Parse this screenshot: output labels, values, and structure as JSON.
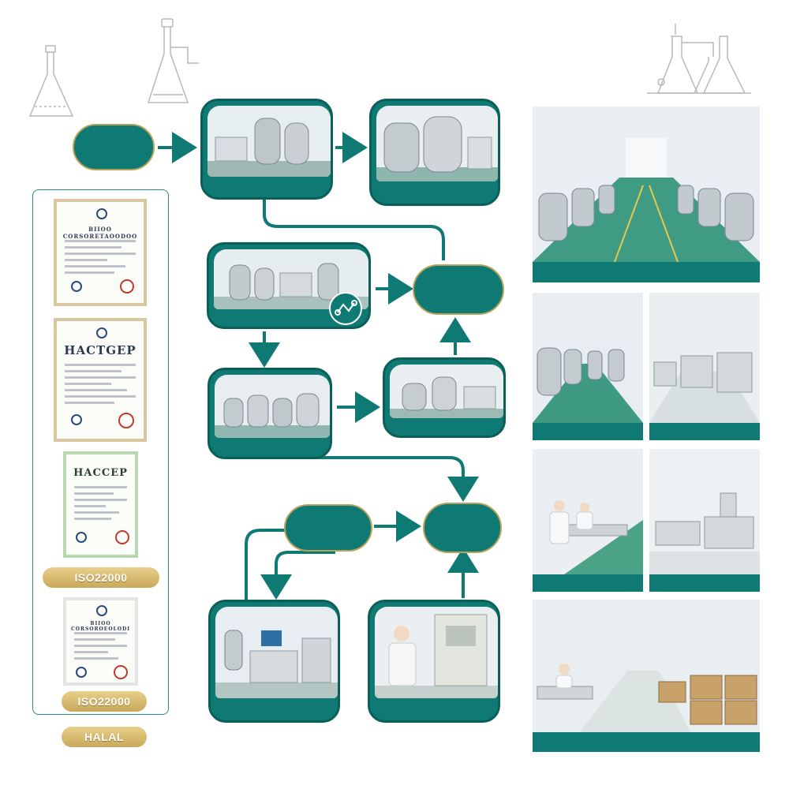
{
  "certificates": [
    {
      "title": "BIIOO CORSORETAOODOO"
    },
    {
      "title": "HACTGEP"
    },
    {
      "title": "HACCEP"
    },
    {
      "title": "BIIOO CORSOROEOLODI"
    }
  ],
  "badges": {
    "iso_1": "ISO22000",
    "iso_2": "ISO22000",
    "halal": "HALAL"
  },
  "colors": {
    "teal": "#0f7a73",
    "gold": "#c9a85a",
    "line": "#0f7a73"
  },
  "icons": [
    "flask-icon",
    "distillation-icon",
    "molecule-icon"
  ]
}
